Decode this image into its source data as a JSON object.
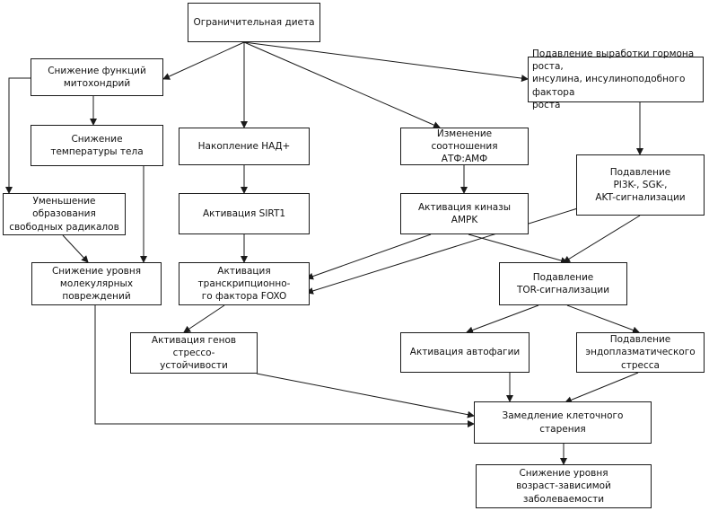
{
  "diagram": {
    "nodes": {
      "n_diet": "Ограничительная диета",
      "n_mito": "Снижение функций\nмитохондрий",
      "n_gh": "Подавление выработки гормона роста,\nинсулина, инсулиноподобного фактора\nроста",
      "n_temp": "Снижение\nтемпературы тела",
      "n_nad": "Накопление НАД+",
      "n_atp": "Изменение соотношения\nАТФ:АМФ",
      "n_radicals": "Уменьшение образования\nсвободных радикалов",
      "n_sirt": "Активация SIRT1",
      "n_ampk": "Активация киназы AMPK",
      "n_pi3k": "Подавление\nPI3K-, SGK-,\nAKT-сигнализации",
      "n_molecular": "Снижение уровня\nмолекулярных повреждений",
      "n_foxo": "Активация транскрипционно-\nго фактора FOXO",
      "n_tor": "Подавление\nTOR-сигнализации",
      "n_stress": "Активация генов стрессо-\nустойчивости",
      "n_autophagy": "Активация автофагии",
      "n_er": "Подавление\nэндоплазматического стресса",
      "n_aging": "Замедление клеточного старения",
      "n_morbidity": "Снижение уровня\nвозраст-зависимой заболеваемости"
    }
  }
}
